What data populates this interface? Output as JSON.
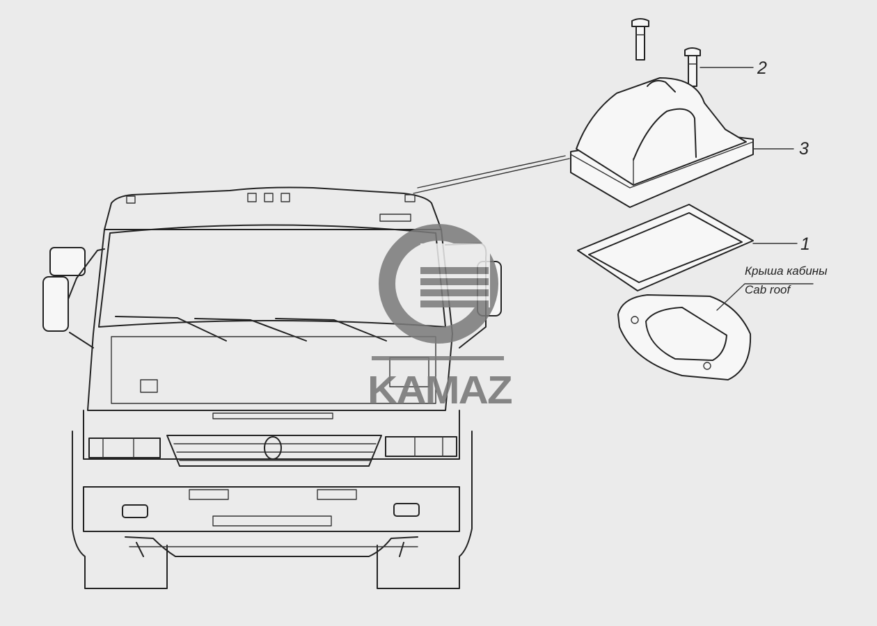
{
  "callouts": {
    "part_1": "1",
    "part_2": "2",
    "part_3": "3"
  },
  "roof_label": {
    "ru": "Крыша кабины",
    "en": "Cab roof"
  },
  "watermark": {
    "text": "KAMAZ"
  },
  "colors": {
    "background": "#ebebeb",
    "line": "#222222",
    "watermark": "#7a7a7a"
  }
}
